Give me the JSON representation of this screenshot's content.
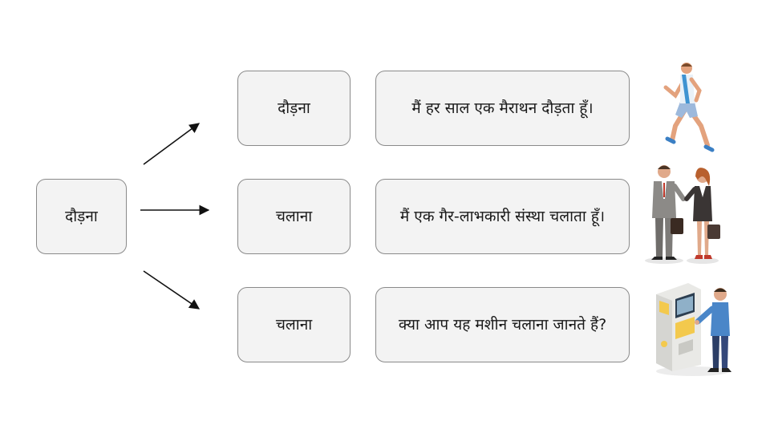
{
  "source": {
    "label": "दौड़ना"
  },
  "rows": [
    {
      "sense": "दौड़ना",
      "example": "मैं हर साल एक मैराथन दौड़ता हूँ।",
      "illustration": "runner-illustration"
    },
    {
      "sense": "चलाना",
      "example": "मैं एक गैर-लाभकारी संस्था चलाता हूँ।",
      "illustration": "business-people-illustration"
    },
    {
      "sense": "चलाना",
      "example": "क्या आप यह मशीन चलाना जानते हैं?",
      "illustration": "machine-operator-illustration"
    }
  ],
  "colors": {
    "box_fill": "#f3f3f3",
    "box_border": "#8a8a8a",
    "arrow": "#111111",
    "background": "#ffffff"
  }
}
